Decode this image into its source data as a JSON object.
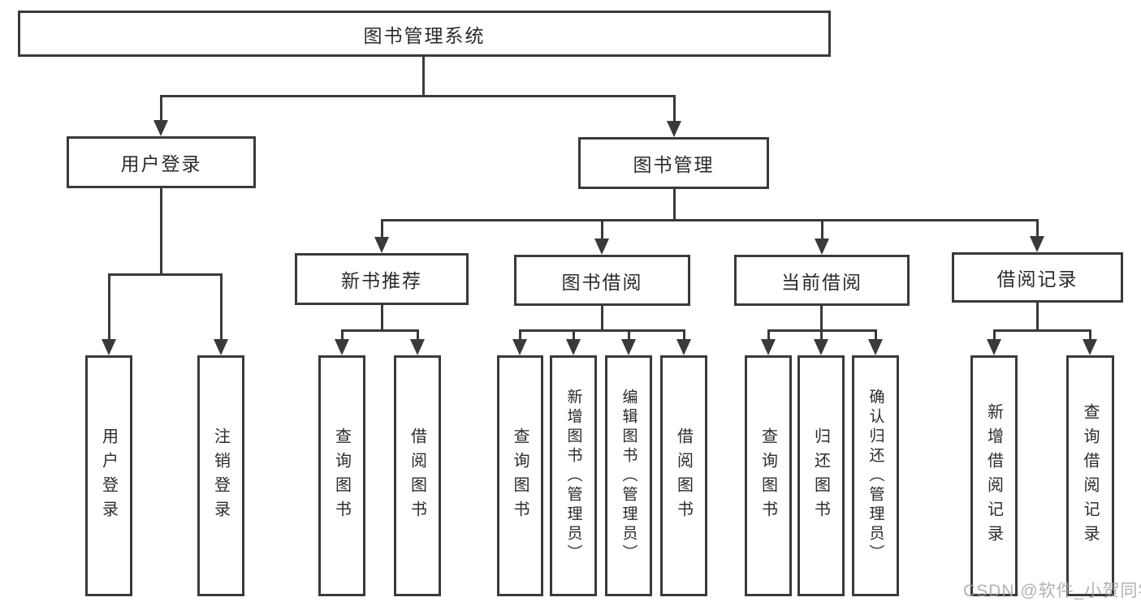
{
  "diagram": {
    "title": "图书管理系统",
    "children": [
      {
        "label": "用户登录",
        "children": [
          {
            "label": "用户登录"
          },
          {
            "label": "注销登录"
          }
        ]
      },
      {
        "label": "图书管理",
        "children": [
          {
            "label": "新书推荐",
            "children": [
              {
                "label": "查询图书"
              },
              {
                "label": "借阅图书"
              }
            ]
          },
          {
            "label": "图书借阅",
            "children": [
              {
                "label": "查询图书"
              },
              {
                "label": "新增图书（管理员）"
              },
              {
                "label": "编辑图书（管理员）"
              },
              {
                "label": "借阅图书"
              }
            ]
          },
          {
            "label": "当前借阅",
            "children": [
              {
                "label": "查询图书"
              },
              {
                "label": "归还图书"
              },
              {
                "label": "确认归还（管理员）"
              }
            ]
          },
          {
            "label": "借阅记录",
            "children": [
              {
                "label": "新增借阅记录"
              },
              {
                "label": "查询借阅记录"
              }
            ]
          }
        ]
      }
    ]
  },
  "watermark": {
    "text": "CSDN @软件_小贺同学"
  },
  "colors": {
    "line": "#3a3a3a",
    "text": "#2b2b2b",
    "watermark": "#a0a0a0",
    "background": "#ffffff"
  }
}
